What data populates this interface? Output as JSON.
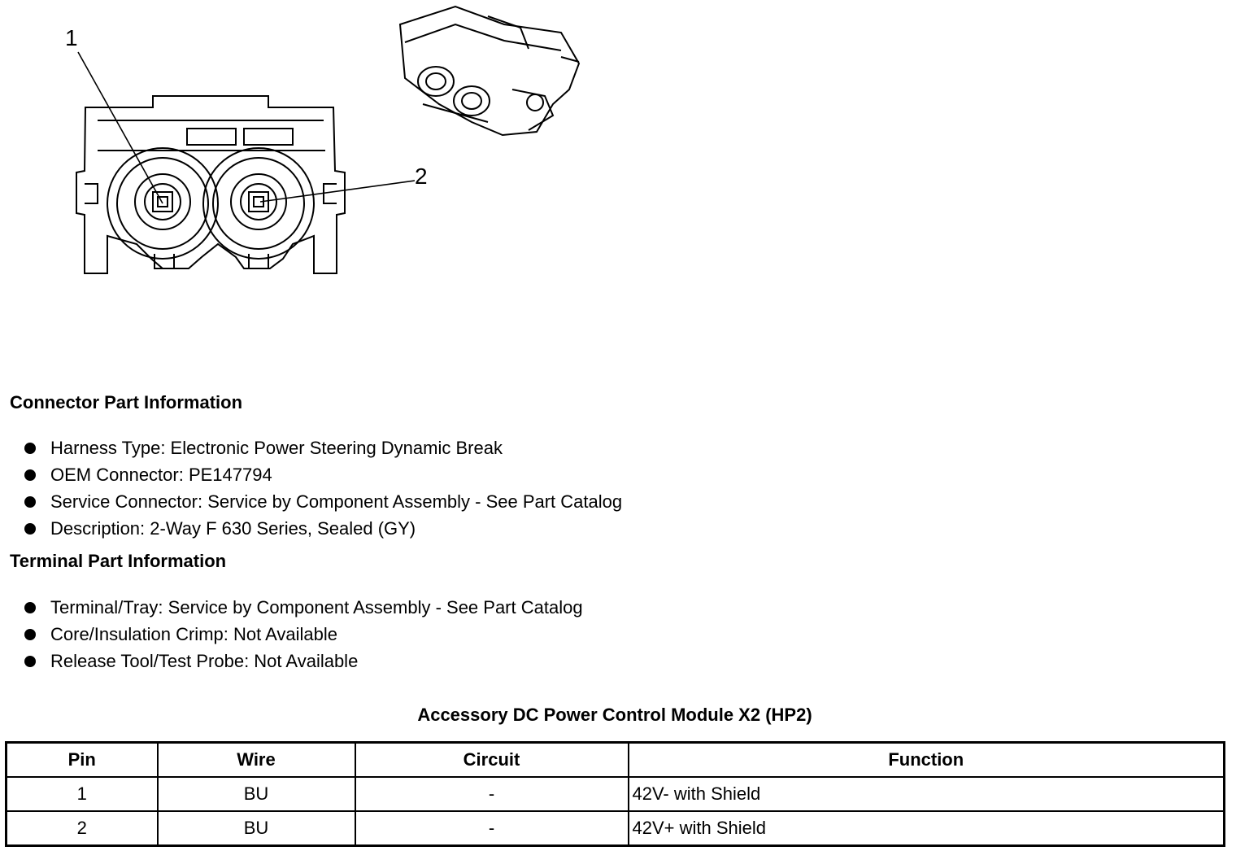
{
  "figure": {
    "callouts": [
      "1",
      "2"
    ]
  },
  "connector_info": {
    "title": "Connector Part Information",
    "items": [
      "Harness Type: Electronic Power Steering Dynamic Break",
      "OEM Connector: PE147794",
      "Service Connector: Service by Component Assembly - See Part Catalog",
      "Description: 2-Way F 630 Series, Sealed (GY)"
    ]
  },
  "terminal_info": {
    "title": "Terminal Part Information",
    "items": [
      "Terminal/Tray: Service by Component Assembly - See Part Catalog",
      "Core/Insulation Crimp: Not Available",
      "Release Tool/Test Probe: Not Available"
    ]
  },
  "pin_table": {
    "title": "Accessory DC Power Control Module X2 (HP2)",
    "headers": [
      "Pin",
      "Wire",
      "Circuit",
      "Function"
    ],
    "rows": [
      [
        "1",
        "BU",
        "-",
        "42V- with Shield"
      ],
      [
        "2",
        "BU",
        "-",
        "42V+ with Shield"
      ]
    ]
  }
}
